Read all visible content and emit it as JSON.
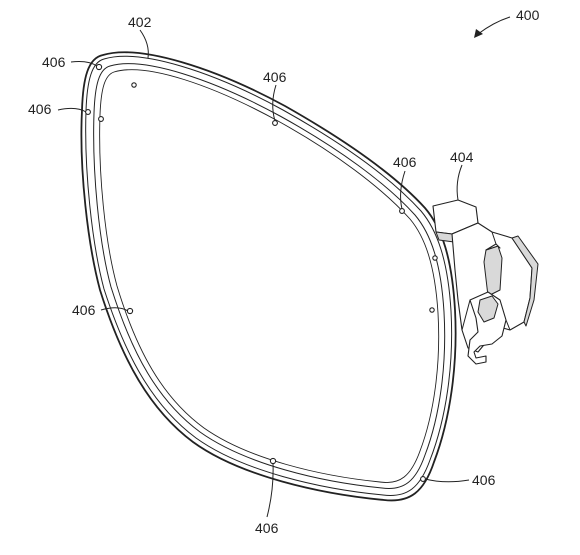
{
  "figure": {
    "labels": {
      "assembly": "400",
      "lens": "402",
      "hinge": "404",
      "mount_point": "406"
    },
    "colors": {
      "ink": "#222222",
      "background": "#ffffff",
      "shade": "#d9d9d9"
    }
  }
}
